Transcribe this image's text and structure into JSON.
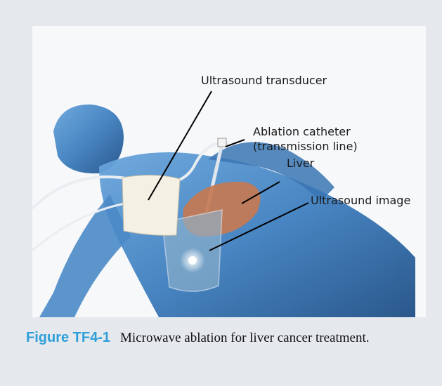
{
  "figure": {
    "labels": {
      "transducer": "Ultrasound transducer",
      "catheter_line1": "Ablation catheter",
      "catheter_line2": "(transmission line)",
      "liver": "Liver",
      "image": "Ultrasound image"
    },
    "illustration_icon": "patient-body-illustration",
    "colors": {
      "body": "#3f7fbf",
      "body_dark": "#1f4f86",
      "liver": "#c47a52",
      "transducer": "#f4f0e4",
      "caption_accent": "#2e9fd8"
    }
  },
  "caption": {
    "figure_id": "Figure TF4-1",
    "text": "Microwave ablation for liver cancer treatment."
  }
}
